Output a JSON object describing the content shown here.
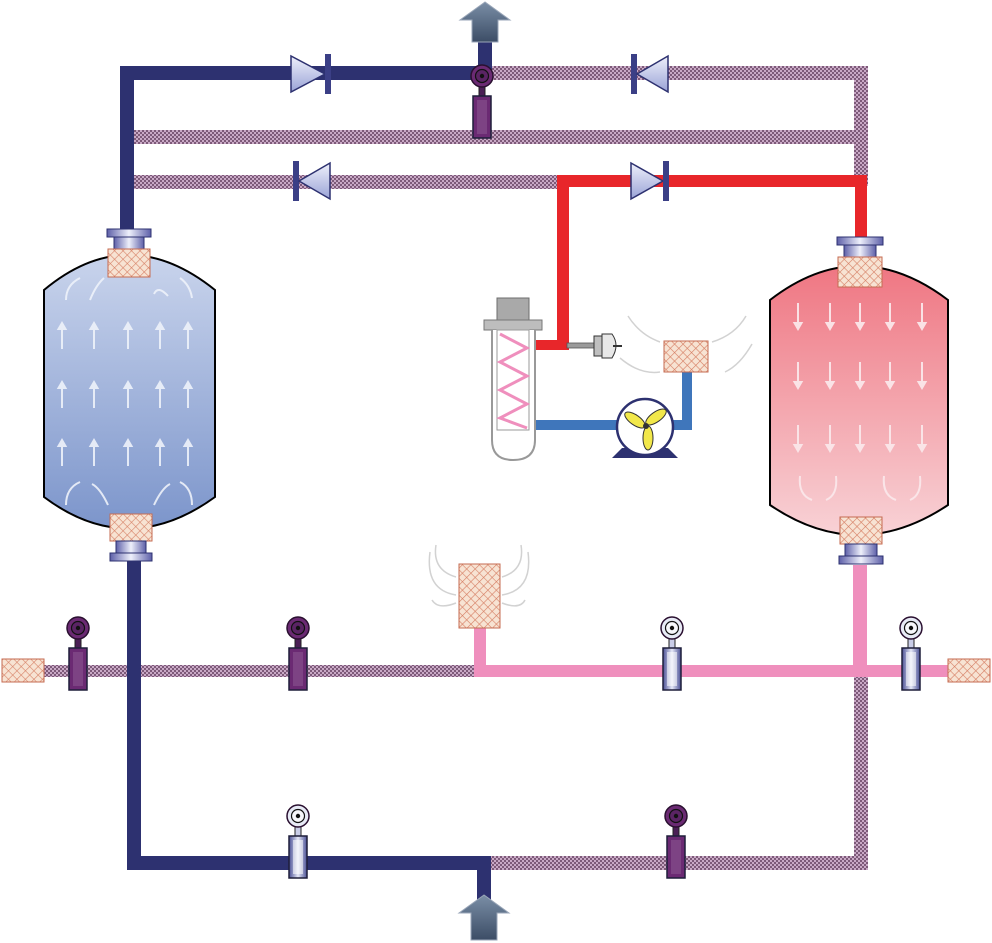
{
  "diagram": {
    "kind": "heated purge regenerative desiccant dryer schematic",
    "colors": {
      "dry_air": "#2d3170",
      "hot_air": "#e8262a",
      "cool_blower_air": "#3f76bb",
      "warm_exhaust": "#ef8fbd",
      "idle_pipe": "#8a6a86",
      "valve_closed": "#6b2a73",
      "valve_open": "#c8cdea",
      "tower_drying_top": "#c4d0ea",
      "tower_drying_bottom": "#7f97cc",
      "tower_regen_top": "#ef7a86",
      "tower_regen_bottom": "#f7c8cd",
      "filter_fill": "#f6dcc8",
      "filter_hatch": "#d67f64",
      "fan_blade": "#f2e84a"
    },
    "icons": [
      "outlet-arrow-icon",
      "inlet-arrow-icon",
      "check-valve-icon",
      "butterfly-valve-icon",
      "heater-coil-icon",
      "temperature-sensor-icon",
      "blower-fan-icon",
      "silencer-filter-icon",
      "diffuser-screen-icon",
      "airflow-arrow-icon"
    ],
    "towers": [
      {
        "id": "left",
        "state": "drying",
        "flow": "upward"
      },
      {
        "id": "right",
        "state": "regenerating",
        "flow": "downward"
      }
    ],
    "butterfly_valves": [
      {
        "id": "outlet-top",
        "state": "closed"
      },
      {
        "id": "exhaust-left",
        "state": "closed"
      },
      {
        "id": "exhaust-mid-left",
        "state": "closed"
      },
      {
        "id": "exhaust-mid-right",
        "state": "open"
      },
      {
        "id": "exhaust-right",
        "state": "open"
      },
      {
        "id": "inlet-left",
        "state": "open"
      },
      {
        "id": "inlet-right",
        "state": "closed"
      }
    ]
  }
}
